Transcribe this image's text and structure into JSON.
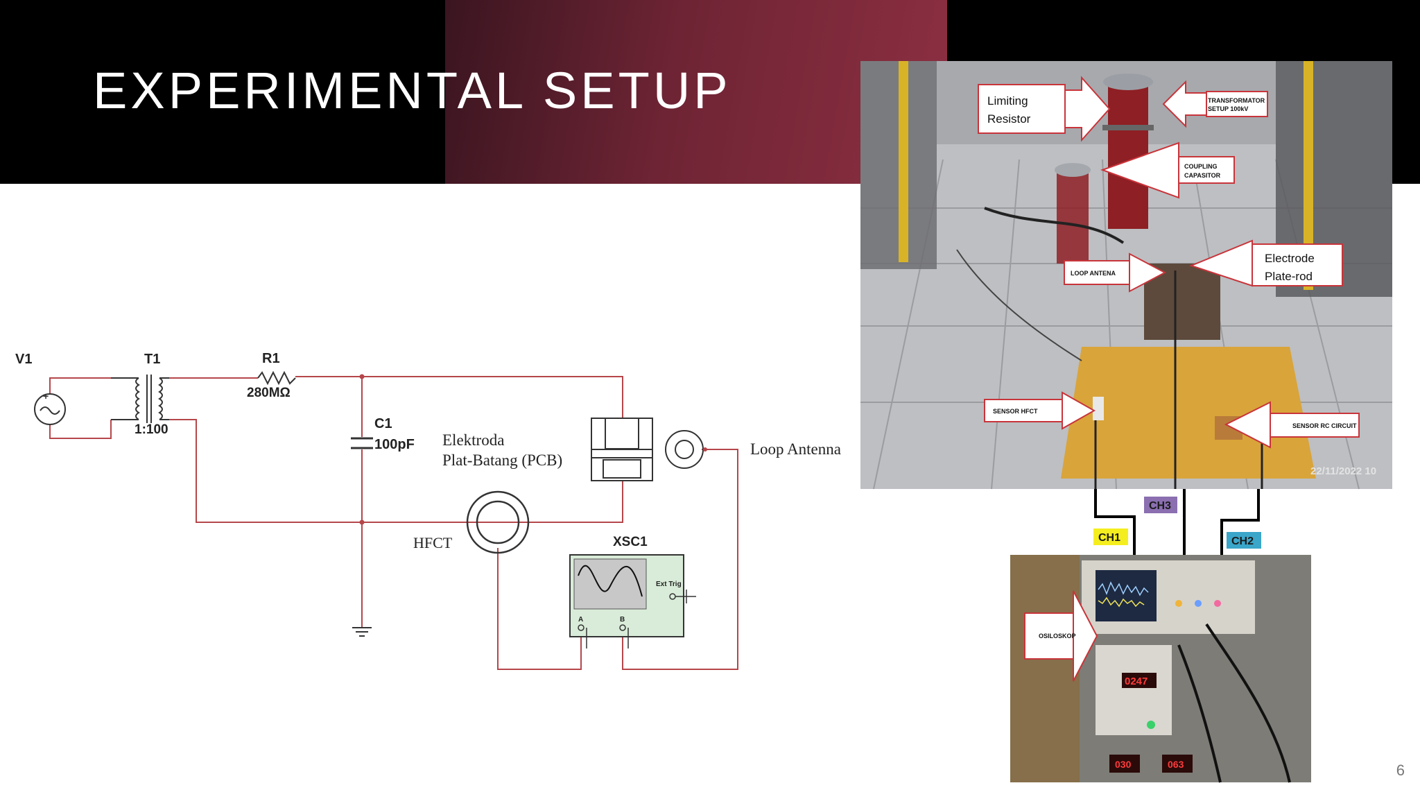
{
  "slide": {
    "title": "EXPERIMENTAL SETUP",
    "page_number": "6"
  },
  "schematic": {
    "v1": "V1",
    "t1": "T1",
    "t1_ratio": "1:100",
    "r1": "R1",
    "r1_value": "280MΩ",
    "c1": "C1",
    "c1_value": "100pF",
    "electrode_line1": "Elektroda",
    "electrode_line2": "Plat-Batang (PCB)",
    "loop_antenna": "Loop Antenna",
    "hfct": "HFCT",
    "xsc1": "XSC1",
    "ext_trig": "Ext Trig",
    "ch_a": "A",
    "ch_b": "B"
  },
  "photo": {
    "limiting_line1": "Limiting",
    "limiting_line2": "Resistor",
    "transformator_line1": "TRANSFORMATOR",
    "transformator_line2": "SETUP 100kV",
    "coupling_line1": "COUPLING",
    "coupling_line2": "CAPASITOR",
    "electrode_line1": "Electrode",
    "electrode_line2": "Plate-rod",
    "loop_antena": "LOOP ANTENA",
    "sensor_hfct": "SENSOR HFCT",
    "sensor_rc": "SENSOR RC CIRCUIT",
    "timestamp": "22/11/2022  10",
    "osiloskop": "OSILOSKOP",
    "meter_top": "0247",
    "meter_left": "030",
    "meter_right": "063"
  },
  "channels": {
    "ch1": "CH1",
    "ch2": "CH2",
    "ch3": "CH3"
  },
  "colors": {
    "wire": "#b5464a",
    "ch1_bg": "#f5ee1e",
    "ch2_bg": "#3aa6c9",
    "ch3_bg": "#8b6fb0",
    "callout_border": "#c8343a"
  }
}
